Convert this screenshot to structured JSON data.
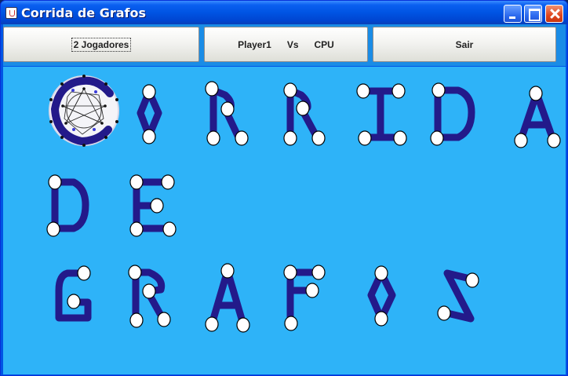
{
  "window": {
    "title": "Corrida de Grafos"
  },
  "toolbar": {
    "players_button": "2 Jogadores",
    "match_player": "Player1",
    "match_vs": "Vs",
    "match_opponent": "CPU",
    "exit_button": "Sair"
  },
  "colors": {
    "canvas_bg": "#2eb3f8",
    "letter_stroke": "#231a8a",
    "vertex_fill": "#ffffff"
  },
  "logo": {
    "words": [
      "CORRIDA",
      "DE",
      "GRAFOS"
    ]
  }
}
